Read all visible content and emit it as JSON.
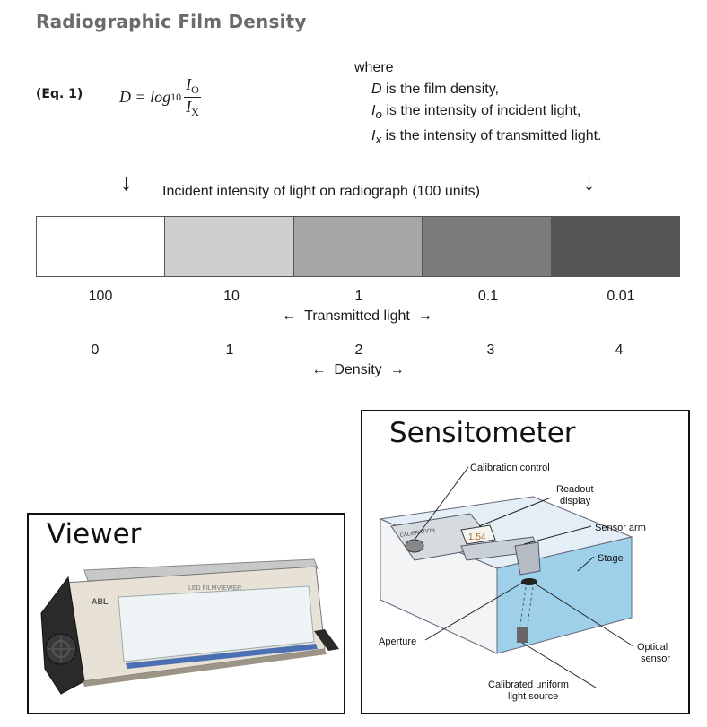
{
  "title": "Radiographic Film Density",
  "equation": {
    "label": "(Eq. 1)",
    "lhs": "D = log",
    "base": "10",
    "numerator": "I",
    "numerator_sub": "O",
    "denominator": "I",
    "denominator_sub": "X"
  },
  "definitions": {
    "intro": "where",
    "items": [
      {
        "symbol": "D",
        "sub": "",
        "text": " is the film density,"
      },
      {
        "symbol": "I",
        "sub": "o",
        "text": " is the intensity of incident light,"
      },
      {
        "symbol": "I",
        "sub": "x",
        "text": " is the intensity of transmitted light."
      }
    ]
  },
  "incident_caption": "Incident intensity of light on radiograph (100 units)",
  "arrow_glyph": "↓",
  "strip": {
    "colors": [
      "#ffffff",
      "#cfcfcf",
      "#a6a6a6",
      "#7c7c7c",
      "#555555"
    ],
    "transmitted": [
      "100",
      "10",
      "1",
      "0.1",
      "0.01"
    ],
    "density": [
      "0",
      "1",
      "2",
      "3",
      "4"
    ],
    "transmitted_caption": "Transmitted light",
    "density_caption": "Density",
    "left_arrow": "←",
    "right_arrow": "→"
  },
  "viewer": {
    "title": "Viewer",
    "brand": "ABL",
    "panel_label": "LED FILMVIEWER"
  },
  "sensitometer": {
    "title": "Sensitometer",
    "readout": "1.54",
    "device_label": "CALIBRATION",
    "callouts": {
      "calibration_control": "Calibration control",
      "readout_line1": "Readout",
      "readout_line2": "display",
      "sensor_arm": "Sensor arm",
      "stage": "Stage",
      "aperture": "Aperture",
      "optical_line1": "Optical",
      "optical_line2": "sensor",
      "source_line1": "Calibrated uniform",
      "source_line2": "light source"
    }
  }
}
